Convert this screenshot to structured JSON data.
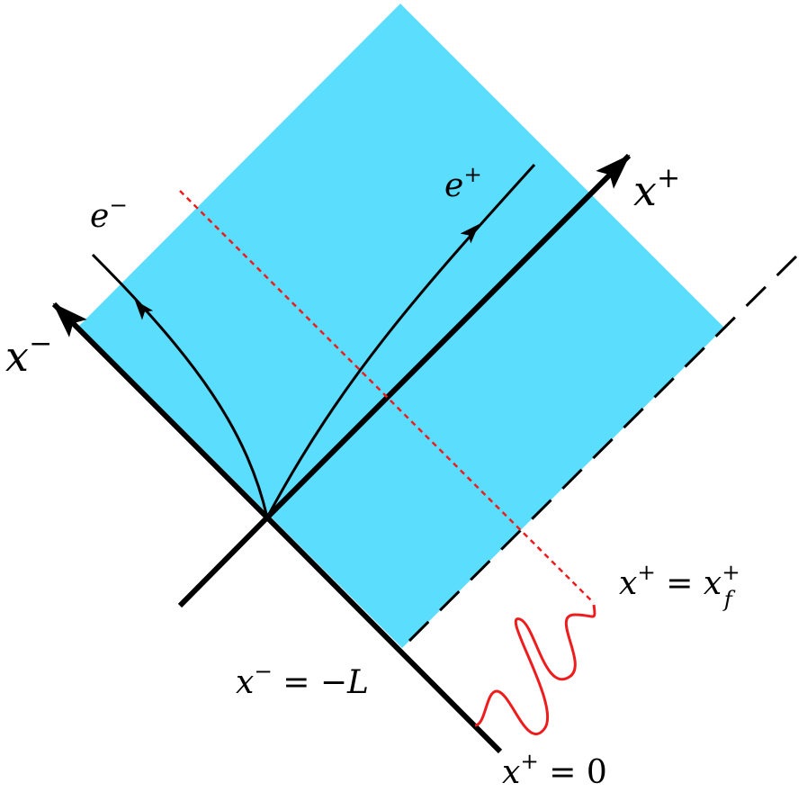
{
  "colors": {
    "region": "#5bddfe",
    "axis": "#000000",
    "signal": "#ee1c1c",
    "background": "#ffffff"
  },
  "labels": {
    "x_plus_axis": {
      "base": "x",
      "sup": "+"
    },
    "x_minus_axis": {
      "base": "x",
      "sup": "−"
    },
    "electron": {
      "base": "e",
      "sup": "−"
    },
    "positron": {
      "base": "e",
      "sup": "+"
    },
    "x_plus_final": {
      "lhs_base": "x",
      "lhs_sup": "+",
      "eq": " = ",
      "rhs_base": "x",
      "rhs_sup": "+",
      "rhs_sub": "f"
    },
    "x_minus_L": {
      "lhs_base": "x",
      "lhs_sup": "−",
      "eq": " = −",
      "rhs": "L"
    },
    "x_plus_zero": {
      "lhs_base": "x",
      "lhs_sup": "+",
      "eq": " = ",
      "rhs": "0"
    }
  }
}
